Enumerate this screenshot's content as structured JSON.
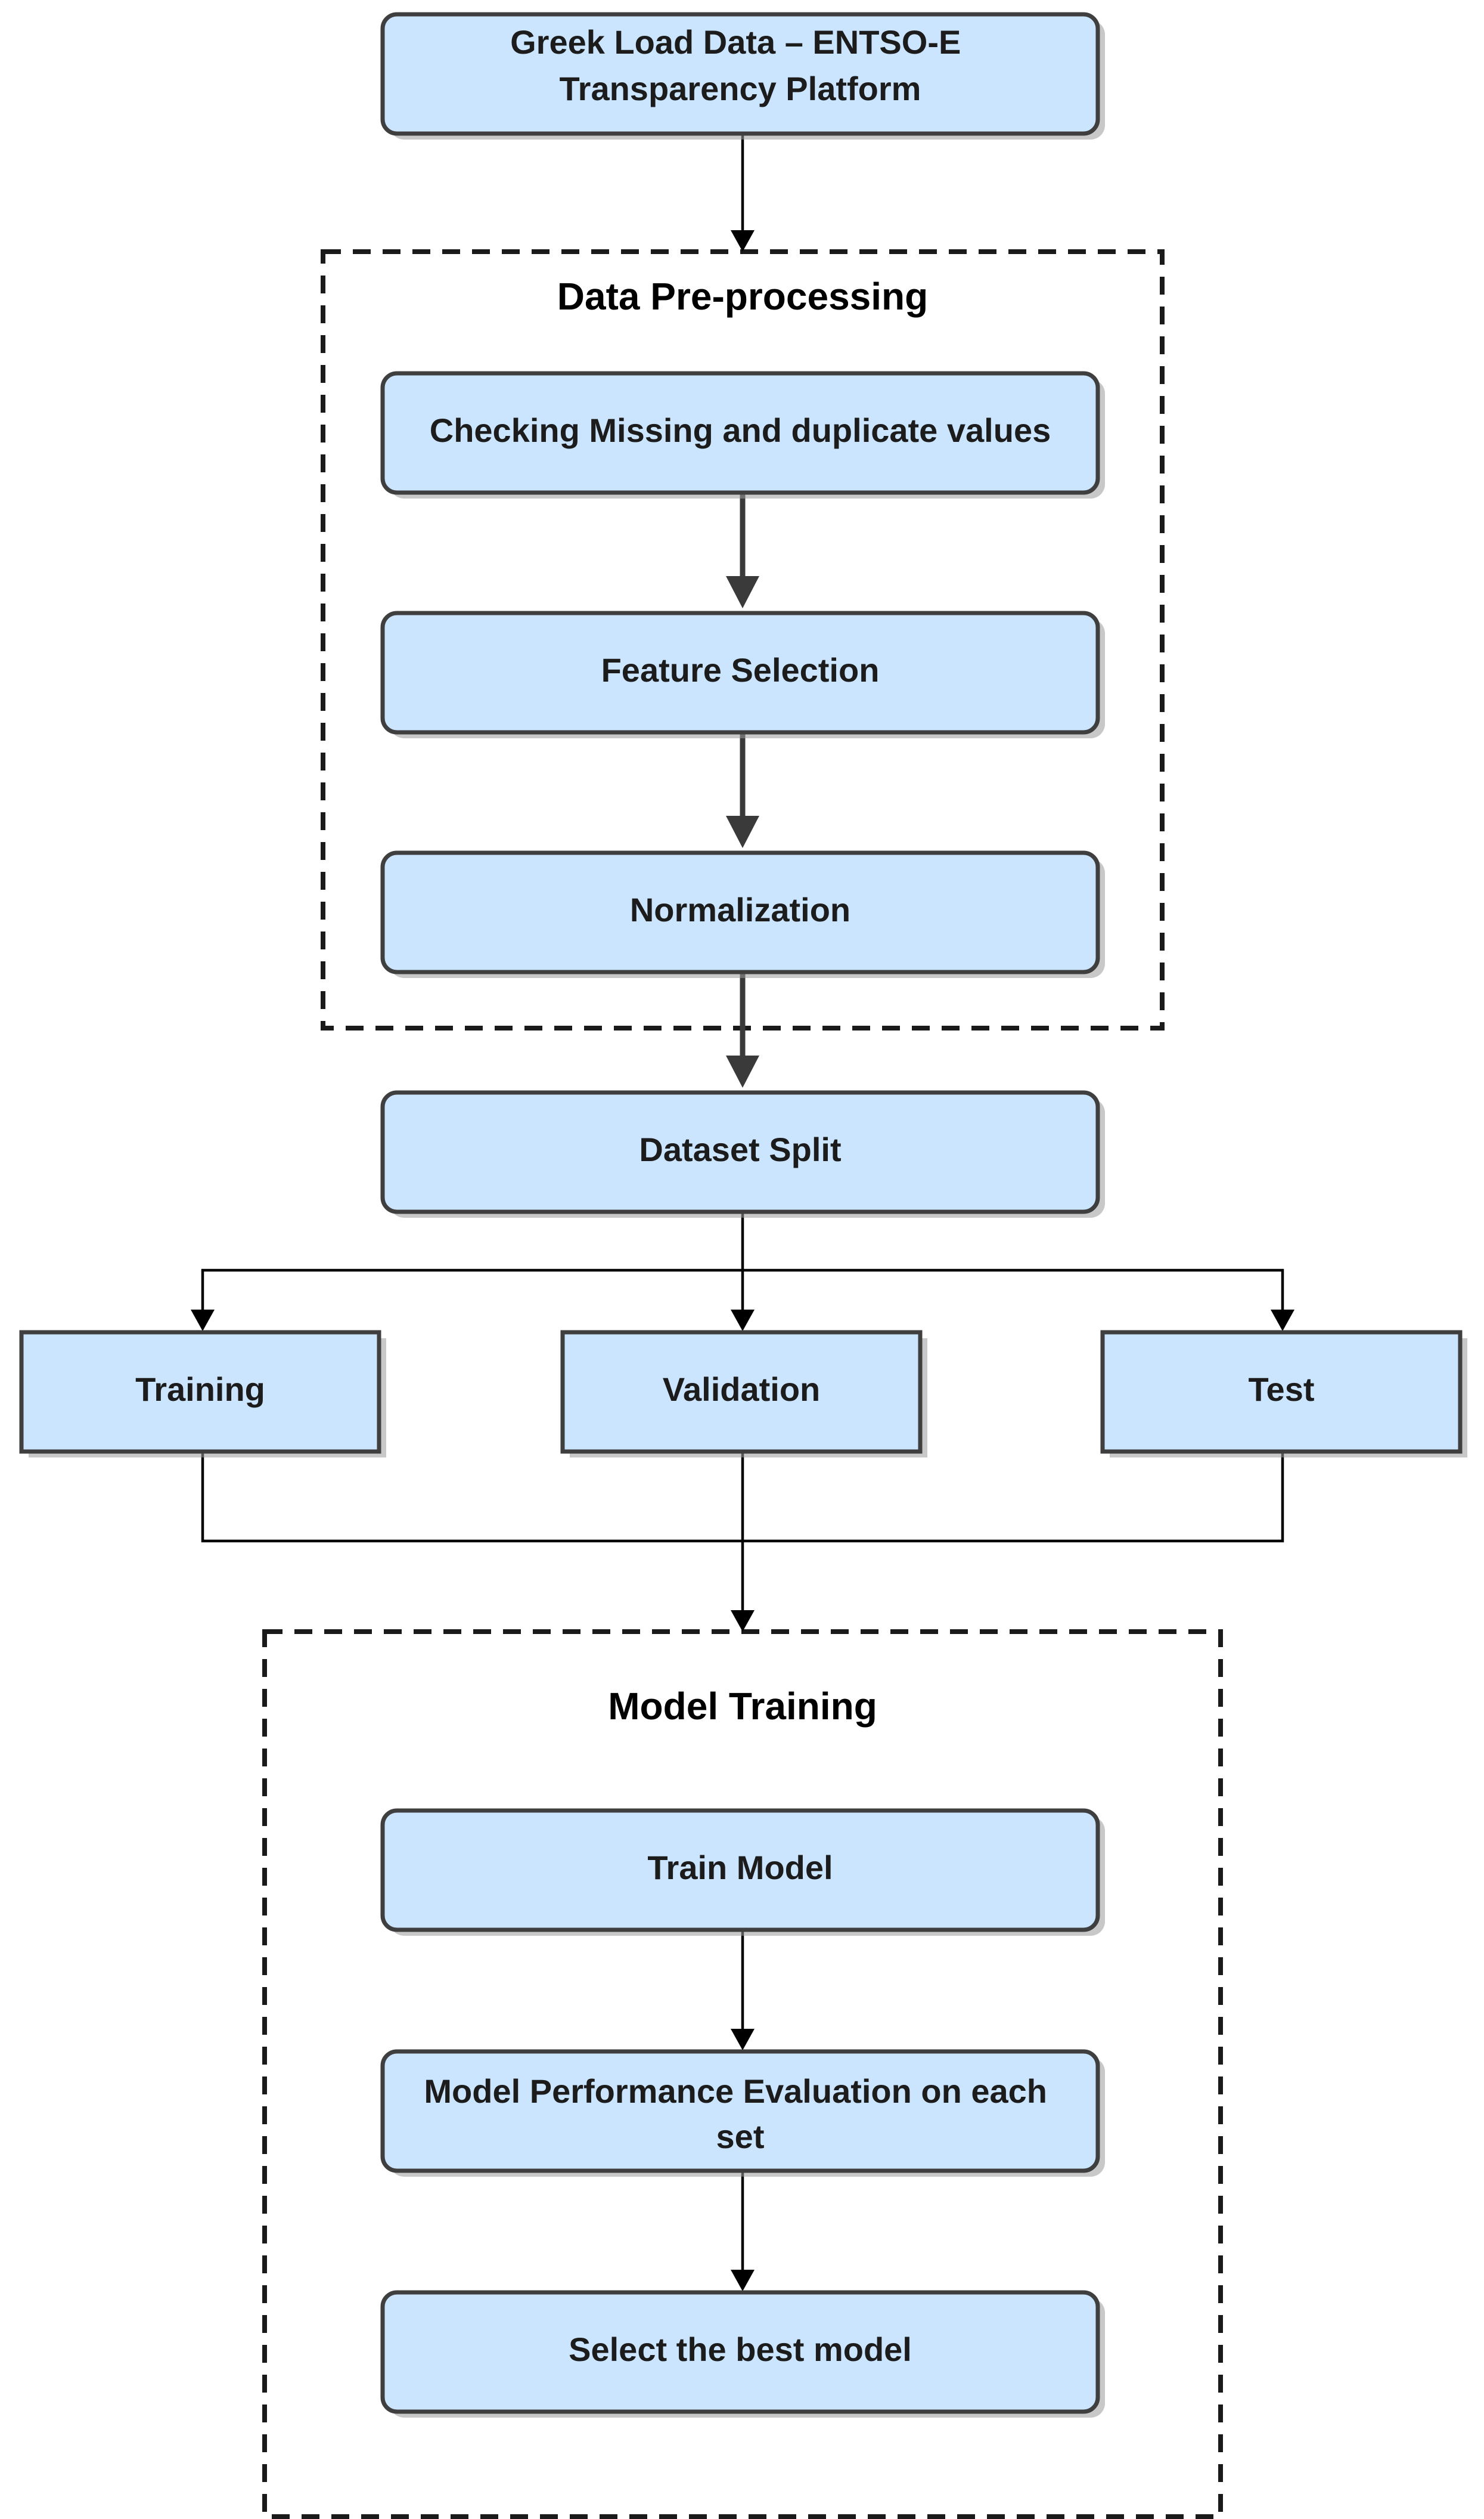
{
  "diagram": {
    "groups": [
      {
        "id": "preprocessing",
        "title": "Data Pre-processing"
      },
      {
        "id": "model_training",
        "title": "Model Training"
      }
    ],
    "nodes": [
      {
        "id": "source",
        "lines": [
          "Greek Load Data – ENTSO-E",
          "Transparency Platform"
        ]
      },
      {
        "id": "missing",
        "lines": [
          "Checking Missing and duplicate values"
        ]
      },
      {
        "id": "feature",
        "lines": [
          "Feature Selection"
        ]
      },
      {
        "id": "normalization",
        "lines": [
          "Normalization"
        ]
      },
      {
        "id": "split",
        "lines": [
          "Dataset Split"
        ]
      },
      {
        "id": "training",
        "lines": [
          "Training"
        ]
      },
      {
        "id": "validation",
        "lines": [
          "Validation"
        ]
      },
      {
        "id": "test",
        "lines": [
          "Test"
        ]
      },
      {
        "id": "train_model",
        "lines": [
          "Train Model"
        ]
      },
      {
        "id": "evaluation",
        "lines": [
          "Model Performance Evaluation on each",
          "set"
        ]
      },
      {
        "id": "select",
        "lines": [
          "Select the best model"
        ]
      }
    ],
    "edges": [
      {
        "from": "source",
        "to": "preprocessing"
      },
      {
        "from": "missing",
        "to": "feature"
      },
      {
        "from": "feature",
        "to": "normalization"
      },
      {
        "from": "normalization",
        "to": "split"
      },
      {
        "from": "split",
        "to": "training"
      },
      {
        "from": "split",
        "to": "validation"
      },
      {
        "from": "split",
        "to": "test"
      },
      {
        "from": "training",
        "to": "model_training"
      },
      {
        "from": "validation",
        "to": "model_training"
      },
      {
        "from": "test",
        "to": "model_training"
      },
      {
        "from": "train_model",
        "to": "evaluation"
      },
      {
        "from": "evaluation",
        "to": "select"
      }
    ],
    "colors": {
      "node_fill": "#cce5ff",
      "node_border": "#3f3f3f",
      "group_border": "#1a1a1a",
      "edge": "#000000"
    }
  }
}
